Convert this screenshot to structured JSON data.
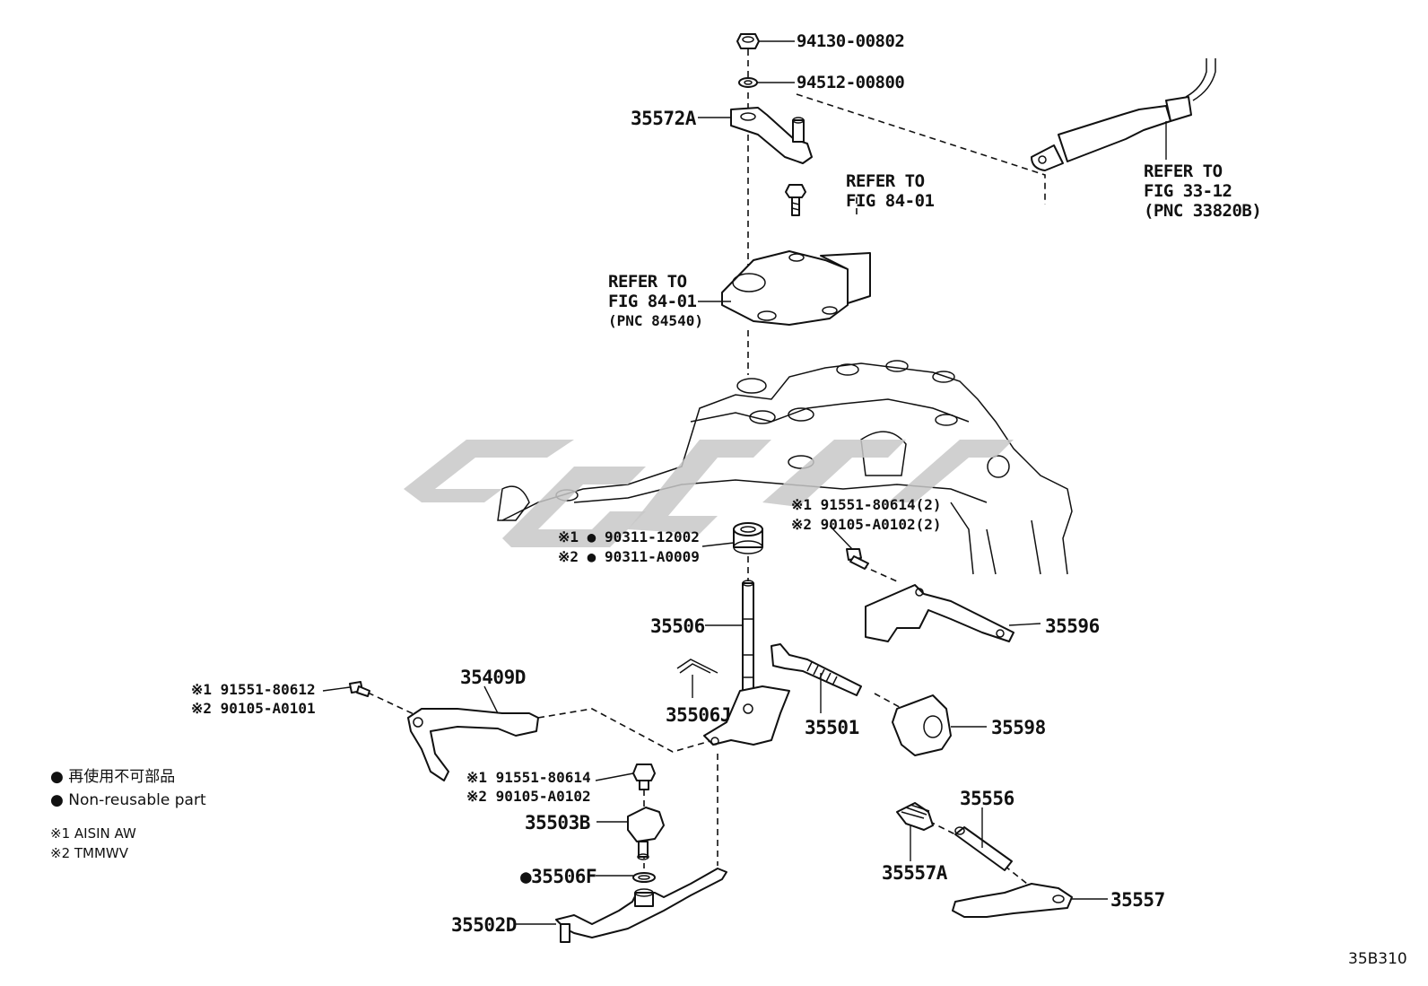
{
  "diagram_code": "35B310",
  "labels": {
    "p94130": "94130-00802",
    "p94512": "94512-00800",
    "p35572A": "35572A",
    "refer1_l1": "REFER TO",
    "refer1_l2": "FIG 84-01",
    "refer2_l1": "REFER TO",
    "refer2_l2": "FIG 84-01",
    "refer2_l3": "(PNC 84540)",
    "refer3_l1": "REFER TO",
    "refer3_l2": "FIG 33-12",
    "refer3_l3": "(PNC 33820B)",
    "p91551_80614_2_a": "※1 91551-80614(2)",
    "p90105_A0102_2": "※2 90105-A0102(2)",
    "p90311_12002": "※1 ● 90311-12002",
    "p90311_A0009": "※2 ● 90311-A0009",
    "p35506": "35506",
    "p35596": "35596",
    "p35409D": "35409D",
    "p91551_80612": "※1 91551-80612",
    "p90105_A0101": "※2 90105-A0101",
    "p35506J": "35506J",
    "p35501": "35501",
    "p35598": "35598",
    "p91551_80614": "※1 91551-80614",
    "p90105_A0102": "※2 90105-A0102",
    "p35503B": "35503B",
    "p35506F": "●35506F",
    "p35502D": "35502D",
    "p35556": "35556",
    "p35557A": "35557A",
    "p35557": "35557"
  },
  "legend": {
    "non_reusable_jp": "● 再使用不可部品",
    "non_reusable_en": "● Non-reusable part",
    "note1": "※1 AISIN AW",
    "note2": "※2 TMMWV"
  }
}
